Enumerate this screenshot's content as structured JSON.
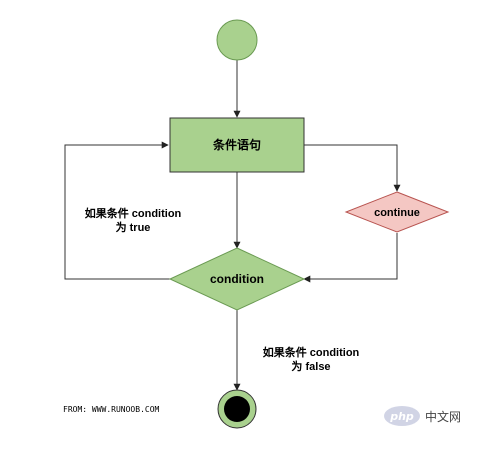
{
  "nodes": {
    "statement": "条件语句",
    "decision": "condition",
    "continue": "continue"
  },
  "edge_labels": {
    "true_line1": "如果条件 condition",
    "true_line2": "为 true",
    "false_line1": "如果条件 condition",
    "false_line2": "为 false"
  },
  "footer": {
    "source": "FROM: WWW.RUNOOB.COM"
  },
  "watermark": {
    "logo": "php",
    "text": "中文网"
  },
  "colors": {
    "green_fill": "#a9d18e",
    "green_stroke": "#6a9a52",
    "pink_fill": "#f4c7c3",
    "pink_stroke": "#b85450",
    "line": "#333333"
  }
}
